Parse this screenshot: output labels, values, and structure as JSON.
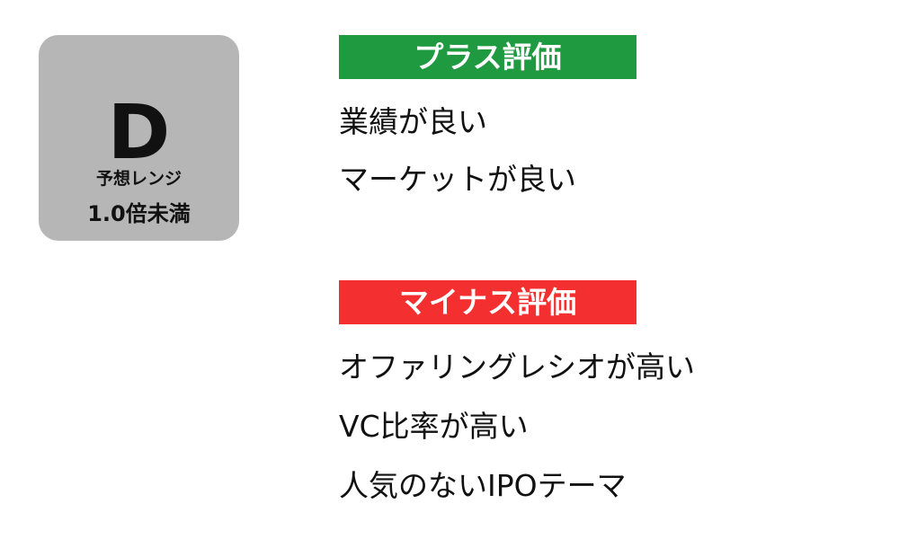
{
  "rating": {
    "grade": "D",
    "label": "予想レンジ",
    "value": "1.0倍未満"
  },
  "plus": {
    "title": "プラス評価",
    "items": [
      "業績が良い",
      "マーケットが良い"
    ]
  },
  "minus": {
    "title": "マイナス評価",
    "items": [
      "オファリングレシオが高い",
      "VC比率が高い",
      "人気のないIPOテーマ"
    ]
  },
  "colors": {
    "card_bg": "#b6b6b6",
    "plus_header_bg": "#1f9a41",
    "minus_header_bg": "#f32f2f",
    "header_text": "#ffffff",
    "body_text": "#111111"
  }
}
